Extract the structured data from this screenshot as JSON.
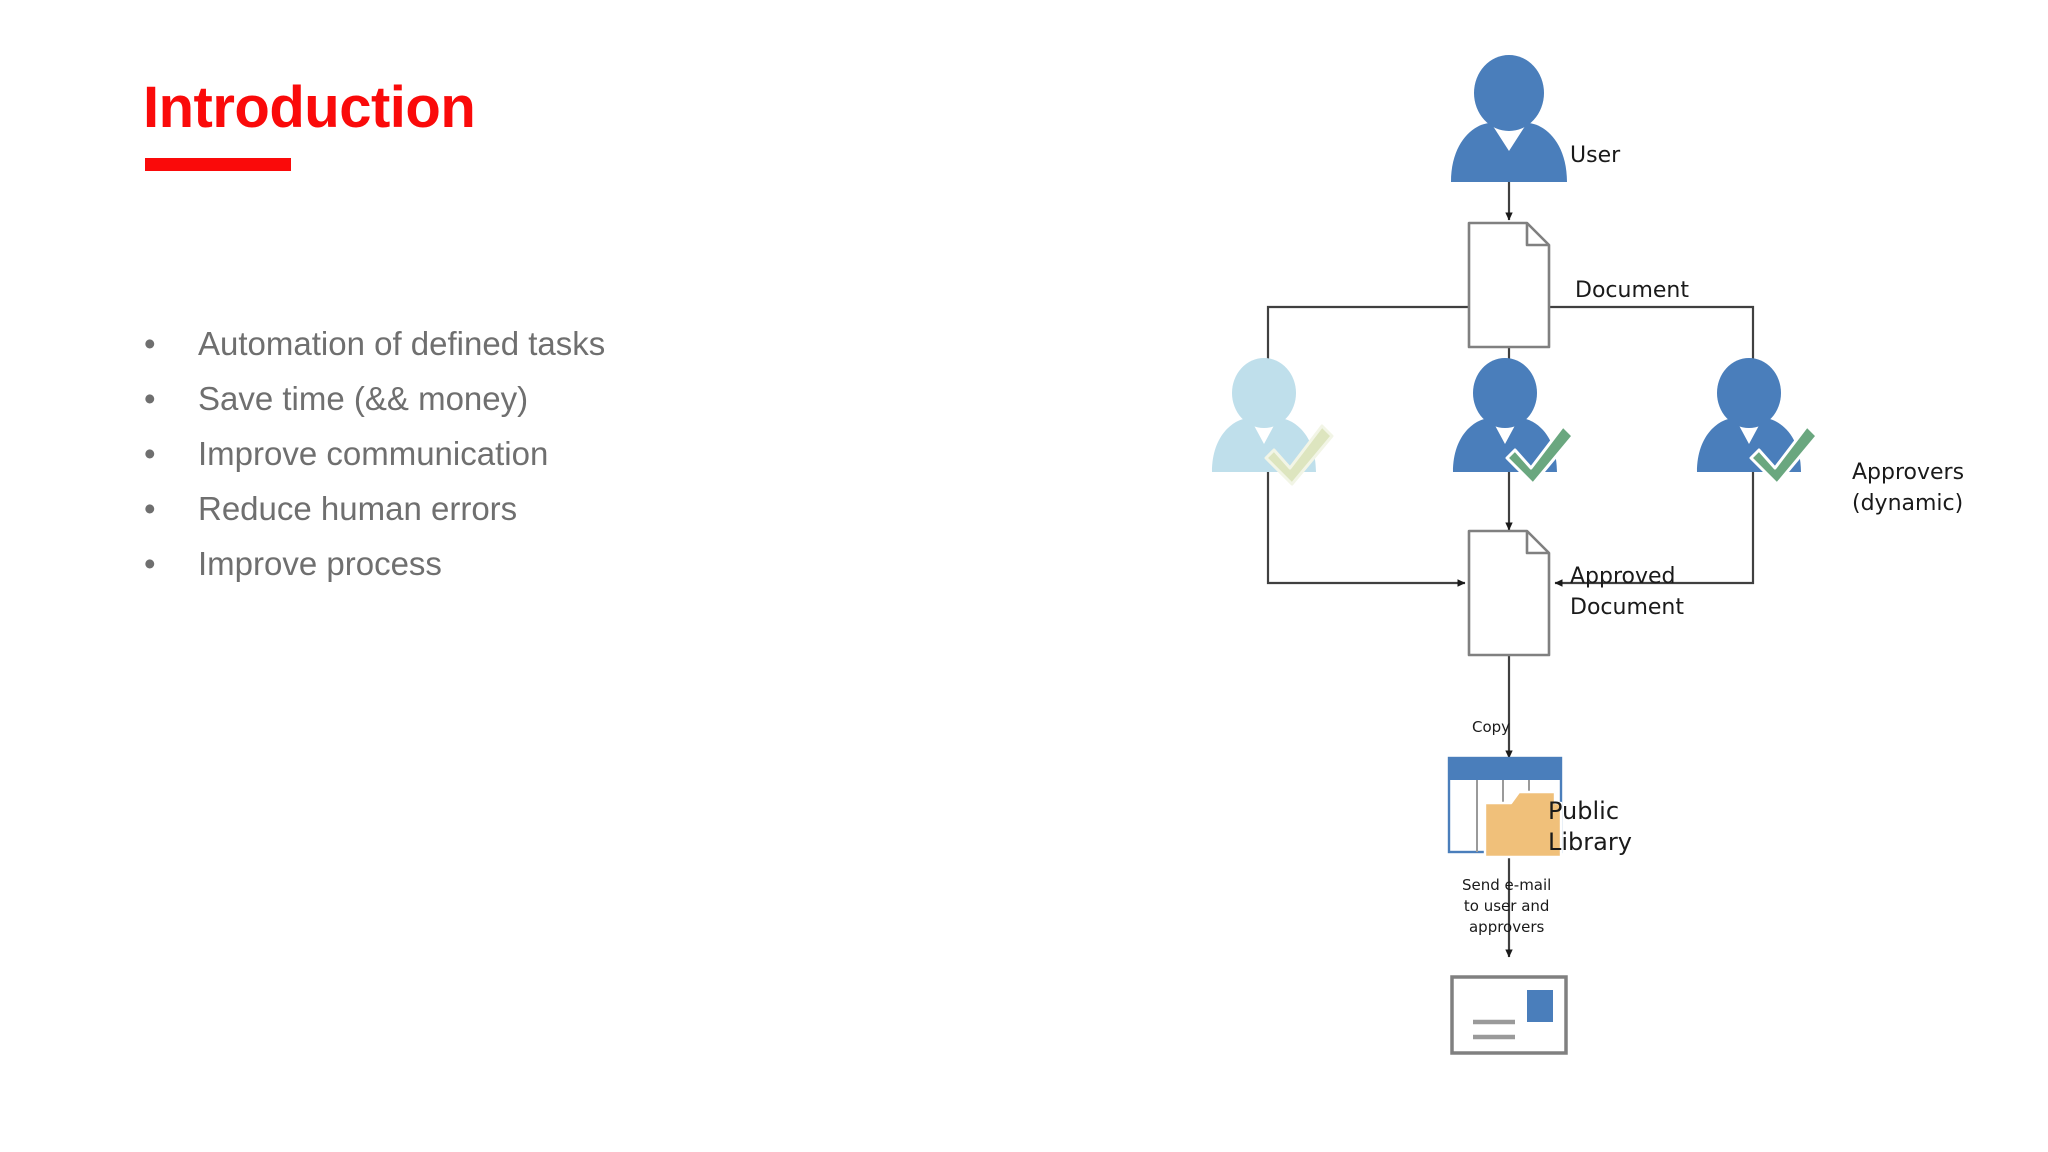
{
  "slide": {
    "title": "Introduction",
    "accent_color": "#fa0a0a",
    "body_text_color": "#6f6f6f",
    "background_color": "#ffffff"
  },
  "bullets": [
    {
      "marker": "•",
      "text": "Automation of defined tasks"
    },
    {
      "marker": "•",
      "text": "Save time (&& money)"
    },
    {
      "marker": "•",
      "text": "Improve communication"
    },
    {
      "marker": "•",
      "text": "Reduce human errors"
    },
    {
      "marker": "•",
      "text": "Improve process"
    }
  ],
  "diagram": {
    "colors": {
      "person_blue": "#4a7ebb",
      "person_faded_blue": "#bfdfeb",
      "check_green": "#6aa77f",
      "check_faded_green": "#dde5bf",
      "document_border": "#808080",
      "document_fill": "#ffffff",
      "connector": "#404040",
      "library_header_blue": "#4a7ebb",
      "folder_orange": "#f0c07a",
      "email_stamp_blue": "#4a7ebb"
    },
    "nodes": {
      "user": {
        "label": "User",
        "icon": "person-icon"
      },
      "document": {
        "label": "Document",
        "icon": "document-icon"
      },
      "approver_pending": {
        "label": "",
        "icon": "person-check-faded-icon"
      },
      "approver_active": {
        "label": "",
        "icon": "person-check-icon"
      },
      "approver_dynamic": {
        "label_line1": "Approvers",
        "label_line2": "(dynamic)",
        "icon": "person-check-icon"
      },
      "approved_document": {
        "label_line1": "Approved",
        "label_line2": "Document",
        "icon": "document-icon"
      },
      "public_library": {
        "label_line1": "Public",
        "label_line2": "Library",
        "icon": "library-folder-icon"
      },
      "email": {
        "label": "",
        "icon": "envelope-icon"
      }
    },
    "edge_labels": {
      "copy": "Copy",
      "send_email_line1": "Send e-mail",
      "send_email_line2": "to user and",
      "send_email_line3": "approvers"
    }
  }
}
